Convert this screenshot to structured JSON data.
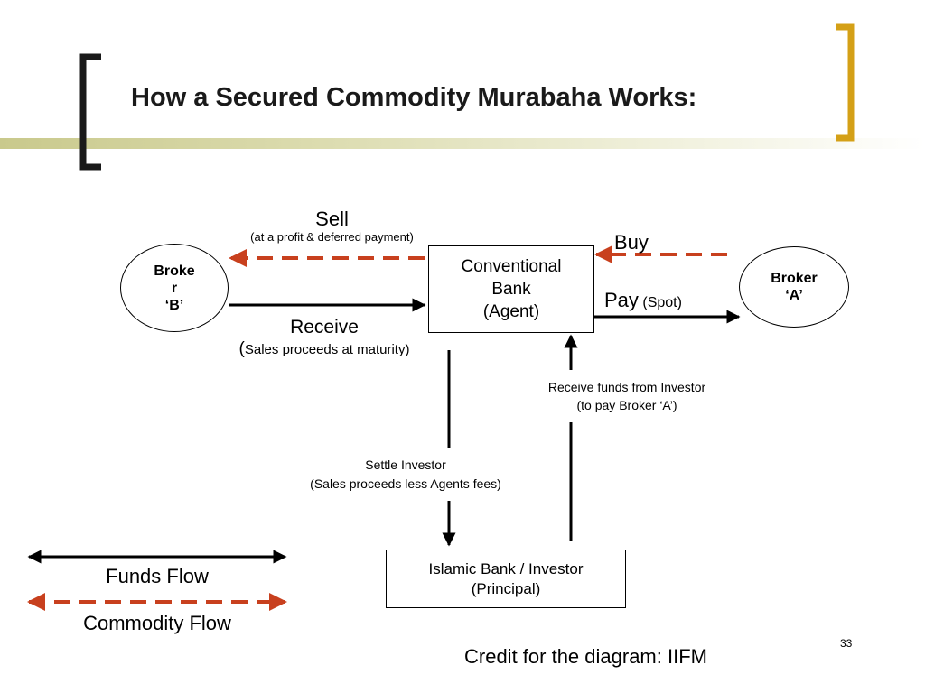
{
  "slide": {
    "title": "How a Secured Commodity Murabaha Works:",
    "page_number": "33",
    "credit": "Credit for the diagram: IIFM"
  },
  "nodes": {
    "broker_b": {
      "line1": "Broke",
      "line2": "r",
      "line3": "‘B’"
    },
    "broker_a": {
      "line1": "Broker",
      "line2": "‘A’"
    },
    "conventional_bank": {
      "line1": "Conventional",
      "line2": "Bank",
      "line3": "(Agent)"
    },
    "islamic_bank": {
      "line1": "Islamic Bank / Investor",
      "line2": "(Principal)"
    }
  },
  "edges": {
    "sell": {
      "label": "Sell",
      "sublabel": "(at a profit & deferred payment)"
    },
    "buy": {
      "label": "Buy"
    },
    "pay": {
      "label": "Pay",
      "sublabel": "(Spot)"
    },
    "receive": {
      "label": "Receive",
      "sublabel_prefix": "(",
      "sublabel": "Sales proceeds at maturity)"
    },
    "receive_funds": {
      "line1": "Receive funds from Investor",
      "line2": "(to pay Broker ‘A’)"
    },
    "settle_investor": {
      "line1": "Settle Investor",
      "line2": "(Sales proceeds less Agents fees)"
    }
  },
  "legend": {
    "funds_flow": "Funds Flow",
    "commodity_flow": "Commodity Flow"
  },
  "colors": {
    "commodity_arrow": "#c8401e",
    "bracket_left": "#1a1a1a",
    "bracket_right": "#d4a017"
  }
}
